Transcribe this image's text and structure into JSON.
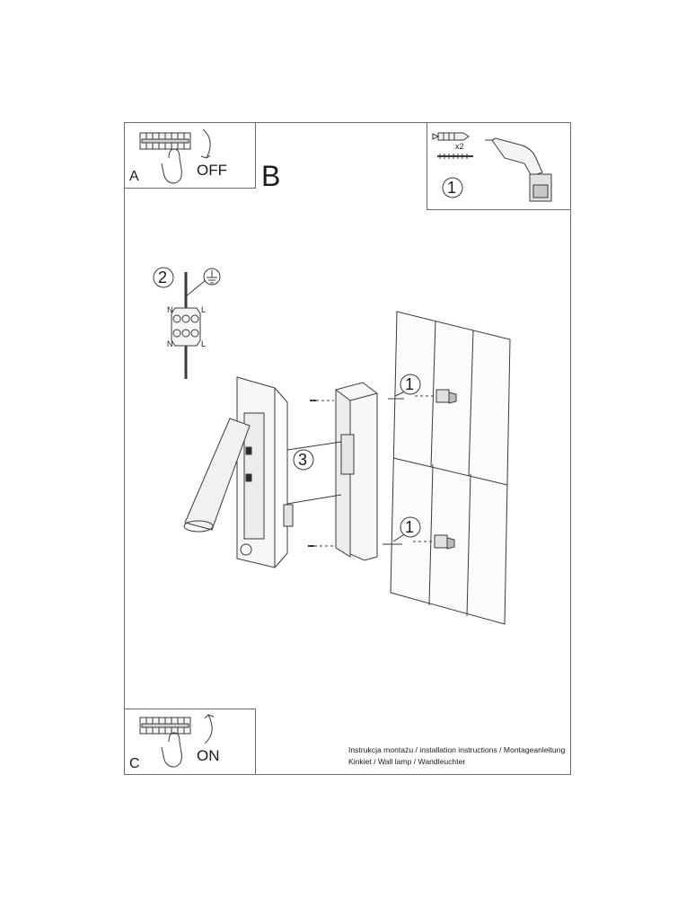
{
  "steps": {
    "a": {
      "letter": "A",
      "switch_label": "OFF"
    },
    "b": {
      "letter": "B"
    },
    "c": {
      "letter": "C",
      "switch_label": "ON"
    }
  },
  "callouts": {
    "tools_step": "1",
    "wiring_step": "2",
    "mount_step": "3",
    "top_anchor": "1",
    "bottom_anchor": "1"
  },
  "tools": {
    "quantity": "x2"
  },
  "wiring": {
    "neutral": "N",
    "live": "L"
  },
  "footer": {
    "line1": "Instrukcja montażu / installation instructions / Montageanleitung",
    "line2": "Kinkiet / Wall lamp / Wandleuchter"
  }
}
